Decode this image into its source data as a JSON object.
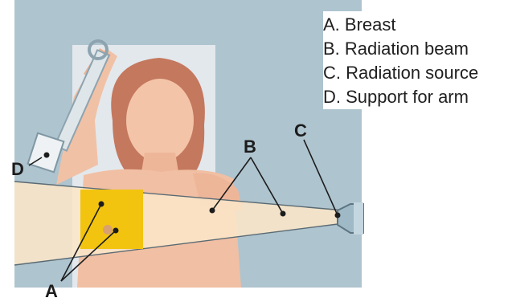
{
  "legend": {
    "items": [
      {
        "letter": "A",
        "text": "A. Breast"
      },
      {
        "letter": "B",
        "text": "B. Radiation beam"
      },
      {
        "letter": "C",
        "text": "C. Radiation source"
      },
      {
        "letter": "D",
        "text": "D. Support for arm"
      }
    ]
  },
  "callouts": {
    "a": "A",
    "b": "B",
    "c": "C",
    "d": "D"
  },
  "colors": {
    "background": "#aec4cf",
    "skin": "#f0b89c",
    "hair": "#c4785e",
    "beam": "#fbe6c8",
    "target_area": "#f2c40f",
    "leader_lines": "#1c1c1c"
  }
}
